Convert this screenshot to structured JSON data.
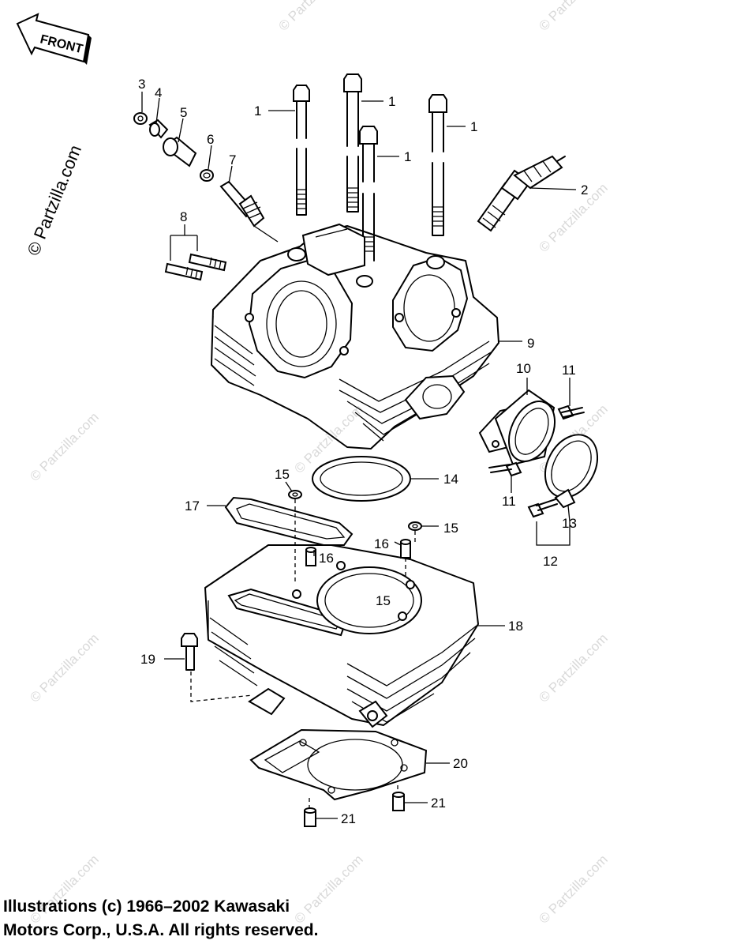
{
  "front_arrow": {
    "label": "FRONT"
  },
  "side_watermark": "© Partzilla.com",
  "watermark_text": "© Partzilla.com",
  "callouts": {
    "c1a": "1",
    "c1b": "1",
    "c1c": "1",
    "c1d": "1",
    "c2": "2",
    "c3": "3",
    "c4": "4",
    "c5": "5",
    "c6": "6",
    "c7": "7",
    "c8": "8",
    "c9": "9",
    "c10": "10",
    "c11a": "11",
    "c11b": "11",
    "c12": "12",
    "c13": "13",
    "c14": "14",
    "c15a": "15",
    "c15b": "15",
    "c15c": "15",
    "c16a": "16",
    "c16b": "16",
    "c17": "17",
    "c18": "18",
    "c19": "19",
    "c20": "20",
    "c21a": "21",
    "c21b": "21"
  },
  "copyright": {
    "line1": "Illustrations (c) 1966–2002 Kawasaki",
    "line2": "Motors Corp., U.S.A.  All rights reserved."
  }
}
